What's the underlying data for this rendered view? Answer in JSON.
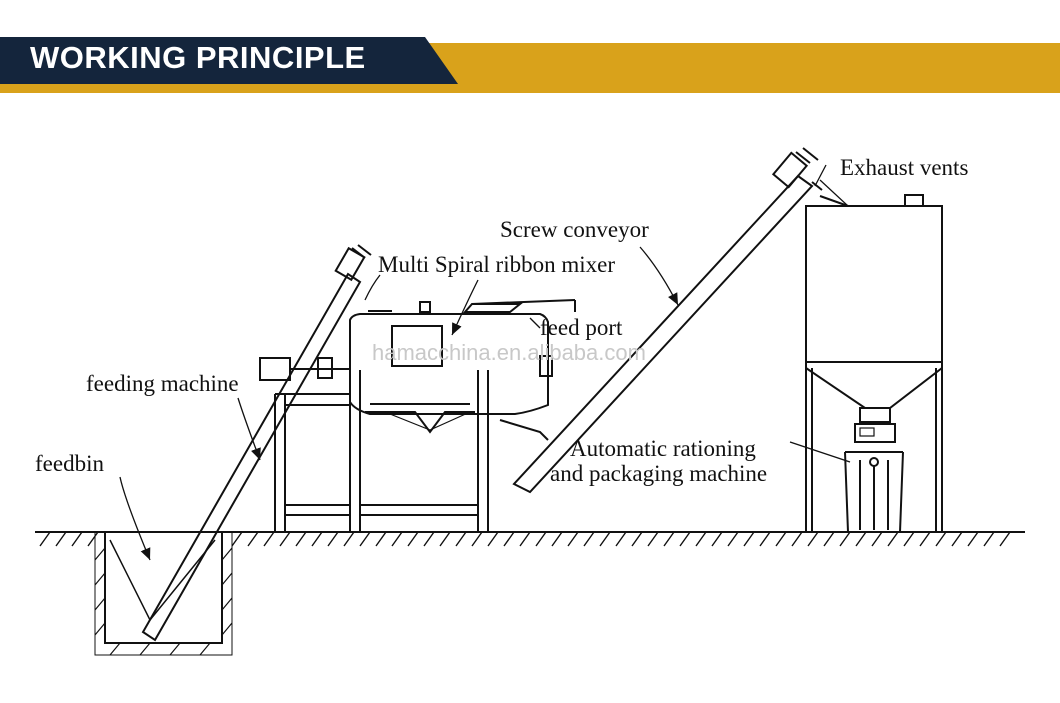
{
  "header": {
    "title": "WORKING PRINCIPLE",
    "colors": {
      "navy": "#14253c",
      "gold": "#d9a21b"
    }
  },
  "diagram": {
    "labels": {
      "exhaust_vents": "Exhaust vents",
      "screw_conveyor": "Screw conveyor",
      "mixer": "Multi Spiral ribbon mixer",
      "feed_port": "feed port",
      "feeding_machine": "feeding machine",
      "feedbin": "feedbin",
      "packaging_line1": "Automatic rationing",
      "packaging_line2": "and packaging machine"
    },
    "watermark": "hamacchina.en.alibaba.com"
  }
}
